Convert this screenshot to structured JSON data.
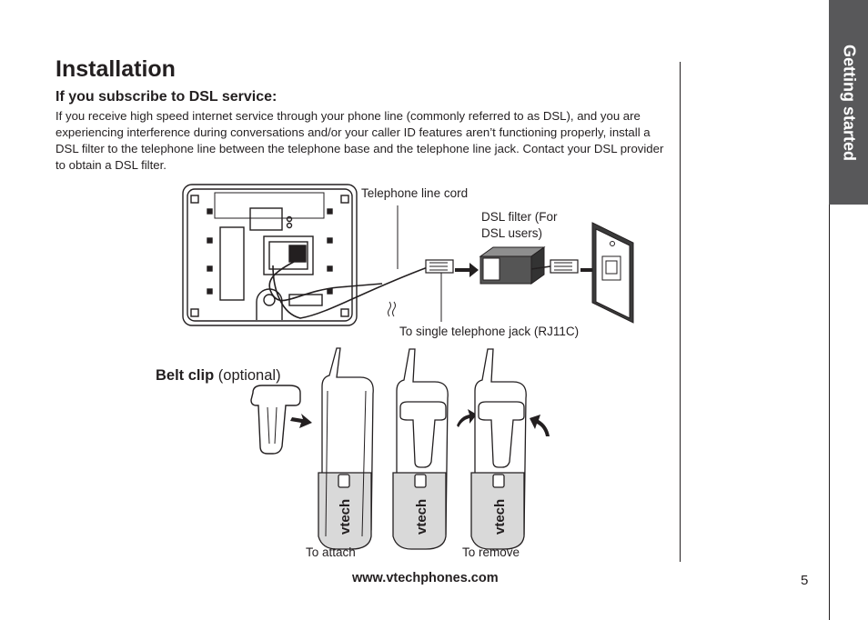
{
  "page": {
    "title": "Installation",
    "side_tab": "Getting started",
    "page_number": "5",
    "footer_url": "www.vtechphones.com"
  },
  "dsl_section": {
    "heading": "If you subscribe to DSL service:",
    "body": "If you receive high speed internet service through your phone line (commonly referred to as DSL), and you are experiencing interference during conversations and/or your caller ID features aren’t functioning properly, install a DSL filter to the telephone line between the telephone base and the telephone line jack. Contact your DSL provider to obtain a DSL filter."
  },
  "dsl_diagram": {
    "line_cord_label": "Telephone line cord",
    "filter_label_line1": "DSL  filter  (For",
    "filter_label_line2": "DSL users)",
    "jack_label": "To single telephone jack (RJ11C)"
  },
  "belt_clip": {
    "title": "Belt clip",
    "note": "(optional)",
    "attach_label": "To attach",
    "remove_label": "To remove",
    "brand": "vtech"
  }
}
